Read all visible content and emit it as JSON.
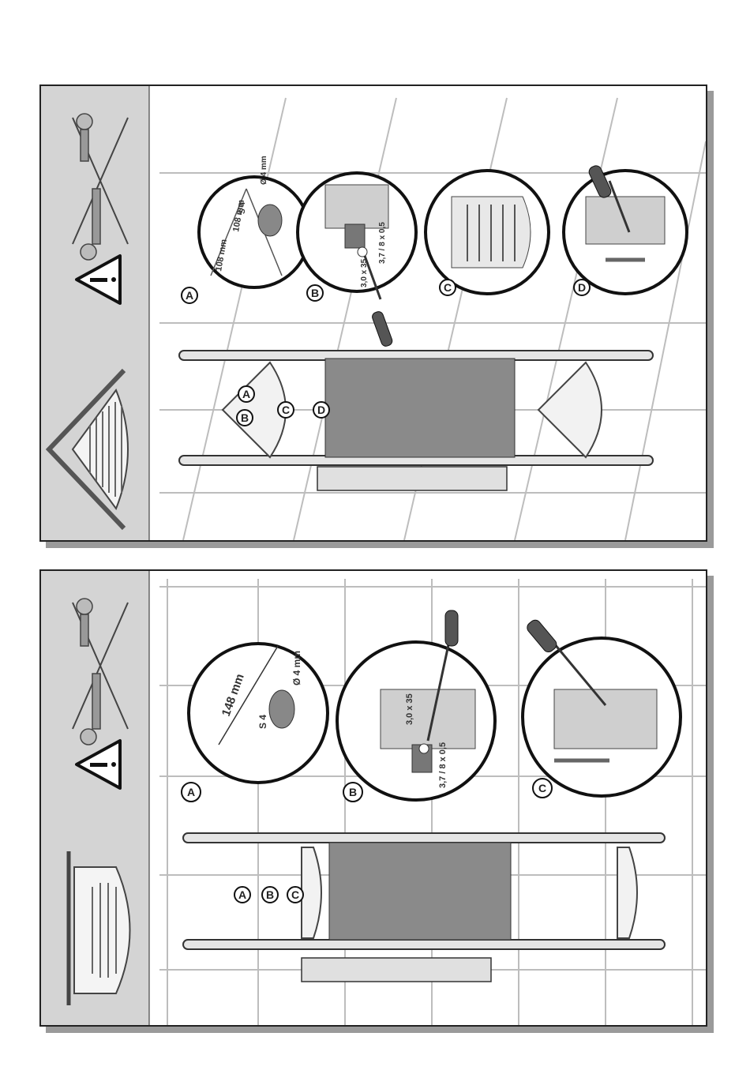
{
  "top_panel": {
    "circle_labels": [
      "A",
      "B",
      "C",
      "D"
    ],
    "assembly_labels": [
      "A",
      "B",
      "C",
      "D"
    ],
    "detail_A": {
      "dim_1": "108 mm",
      "dim_2": "108 mm",
      "plug": "S 4",
      "drill": "Ø 4 mm"
    },
    "detail_B": {
      "screw": "3,0 x 35",
      "washer": "3,7 / 8 x 0,5"
    }
  },
  "bottom_panel": {
    "circle_labels": [
      "A",
      "B",
      "C"
    ],
    "assembly_labels": [
      "A",
      "B",
      "C"
    ],
    "detail_A": {
      "dim": "148 mm",
      "plug": "S 4",
      "drill": "Ø 4 mm"
    },
    "detail_B": {
      "screw": "3,0 x 35",
      "washer": "3,7 / 8 x 0,5"
    }
  },
  "colors": {
    "sidebar": "#d4d4d4",
    "lines": "#222222",
    "grid": "#bdbdbd",
    "shadow": "#9a9a9a"
  }
}
